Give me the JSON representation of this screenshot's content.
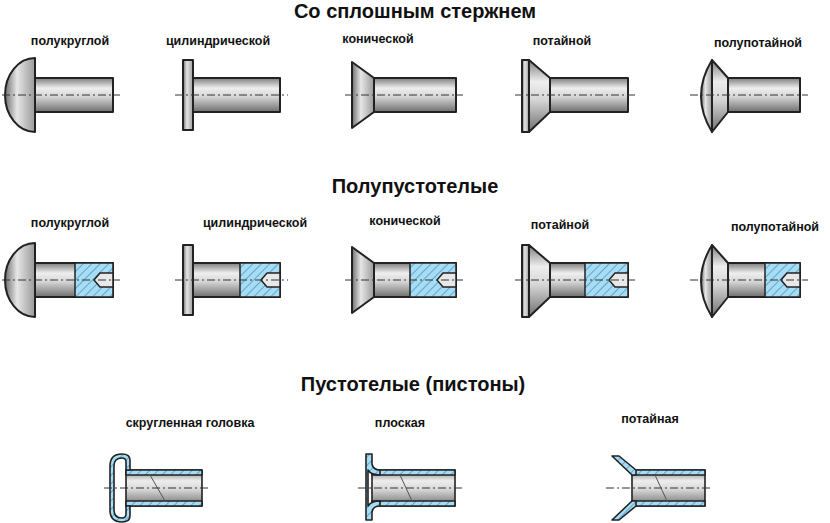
{
  "diagram": {
    "labels": [
      "Со сплошным стержнем",
      "полукруглой",
      "цилиндрической",
      "конической",
      "потайной",
      "полупотайной",
      "Полупустотелые",
      "полукруглой",
      "цилиндрической",
      "конической",
      "потайной",
      "полупотайной",
      "Пустотелые (пистоны)",
      "скругленная головка",
      "плоская",
      "потайная"
    ]
  }
}
